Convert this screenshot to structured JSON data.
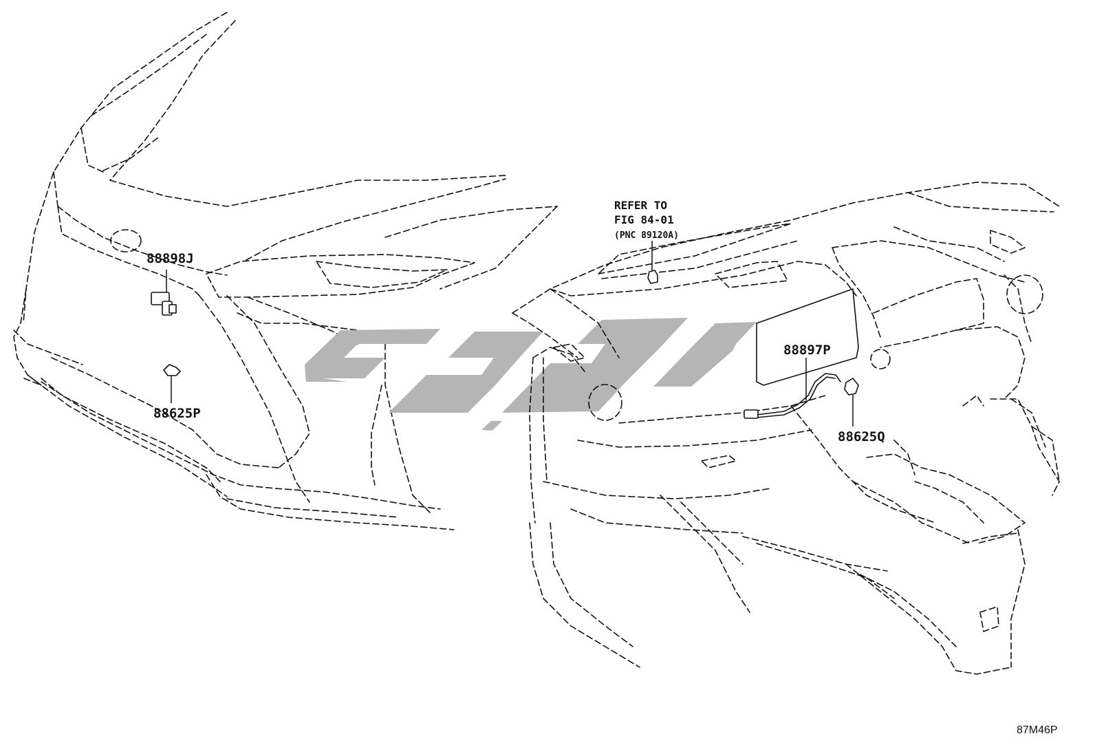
{
  "parts": {
    "p1": "88898J",
    "p2": "88625P",
    "p3": "88897P",
    "p4": "88625Q"
  },
  "reference": {
    "line1": "REFER TO",
    "line2": "FIG 84-01",
    "line3": "(PNC 89120A)"
  },
  "figure_code": "87M46P",
  "watermark_color": "#b5b5b5"
}
